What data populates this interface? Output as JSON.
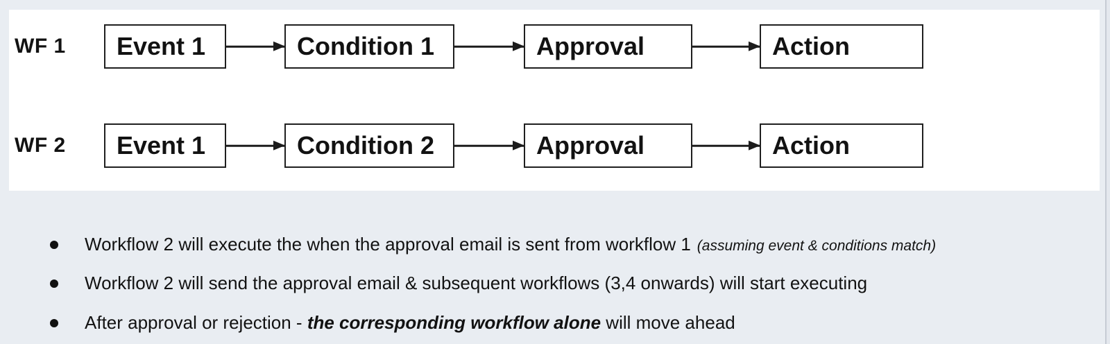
{
  "page": {
    "background_color": "#e9edf2",
    "canvas_color": "#ffffff",
    "line_color": "#1c1c1c"
  },
  "diagram": {
    "rows": [
      {
        "label": "WF 1",
        "nodes": [
          {
            "label": "Event 1"
          },
          {
            "label": "Condition 1"
          },
          {
            "label": "Approval"
          },
          {
            "label": "Action"
          }
        ]
      },
      {
        "label": "WF 2",
        "nodes": [
          {
            "label": "Event 1"
          },
          {
            "label": "Condition 2"
          },
          {
            "label": "Approval"
          },
          {
            "label": "Action"
          }
        ]
      }
    ]
  },
  "notes": {
    "bullets": [
      {
        "main": "Workflow 2 will execute the when the approval email is sent from workflow 1",
        "aside": "(assuming event & conditions match)"
      },
      {
        "main": "Workflow 2 will send the approval email & subsequent workflows (3,4 onwards) will start executing"
      },
      {
        "before": "After approval or rejection - ",
        "emphasis": "the corresponding workflow alone",
        "after": " will move ahead"
      }
    ]
  }
}
